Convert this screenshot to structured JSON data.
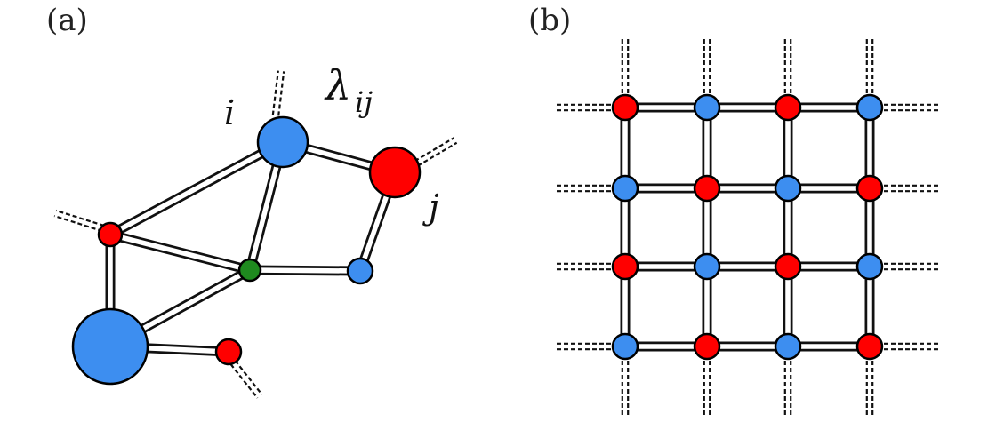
{
  "panels": [
    {
      "label": "(a)",
      "annotations": {
        "node_i": "i",
        "node_j": "j",
        "coupling_symbol": "λ",
        "coupling_subscript": "ij"
      }
    },
    {
      "label": "(b)"
    }
  ],
  "colors": {
    "red": "#ff0000",
    "blue": "#3d8ef0",
    "green": "#1f8a1f",
    "edge": "#111111"
  },
  "panel_a": {
    "nodes": [
      {
        "id": "i",
        "color": "blue"
      },
      {
        "id": "j",
        "color": "red"
      },
      {
        "id": "left-red",
        "color": "red"
      },
      {
        "id": "center-green",
        "color": "green"
      },
      {
        "id": "small-blue",
        "color": "blue"
      },
      {
        "id": "big-blue",
        "color": "blue"
      },
      {
        "id": "bottom-red",
        "color": "red"
      }
    ],
    "edges": [
      [
        "i",
        "j"
      ],
      [
        "i",
        "left-red"
      ],
      [
        "i",
        "center-green"
      ],
      [
        "j",
        "small-blue"
      ],
      [
        "left-red",
        "center-green"
      ],
      [
        "left-red",
        "big-blue"
      ],
      [
        "center-green",
        "small-blue"
      ],
      [
        "center-green",
        "big-blue"
      ],
      [
        "big-blue",
        "bottom-red"
      ]
    ]
  },
  "panel_b": {
    "rows": 4,
    "cols": 4,
    "pattern": [
      [
        "red",
        "blue",
        "red",
        "blue"
      ],
      [
        "blue",
        "red",
        "blue",
        "red"
      ],
      [
        "red",
        "blue",
        "red",
        "blue"
      ],
      [
        "blue",
        "red",
        "blue",
        "red"
      ]
    ]
  }
}
